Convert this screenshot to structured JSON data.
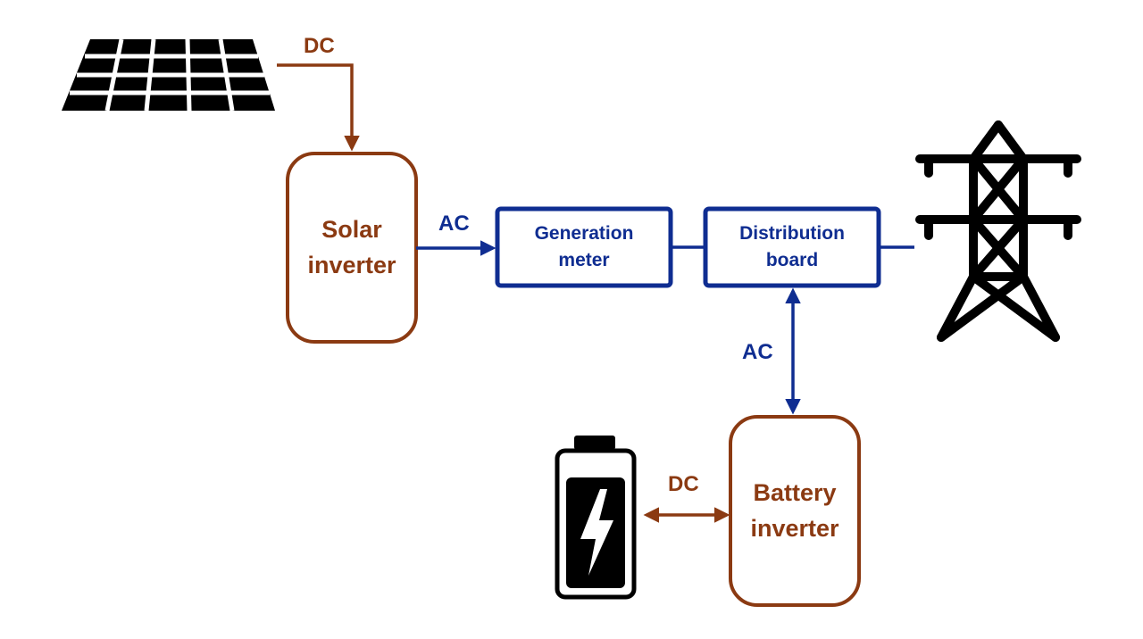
{
  "colors": {
    "dc": "#8b3a12",
    "ac": "#0f2d91",
    "icon": "#000000"
  },
  "labels": {
    "dc_top": "DC",
    "ac_left": "AC",
    "ac_vertical": "AC",
    "dc_bottom": "DC"
  },
  "nodes": {
    "solar_inverter": {
      "line1": "Solar",
      "line2": "inverter"
    },
    "generation_meter": {
      "line1": "Generation",
      "line2": "meter"
    },
    "distribution_board": {
      "line1": "Distribution",
      "line2": "board"
    },
    "battery_inverter": {
      "line1": "Battery",
      "line2": "inverter"
    }
  },
  "icons": [
    "solar-panel-icon",
    "transmission-tower-icon",
    "battery-icon"
  ]
}
